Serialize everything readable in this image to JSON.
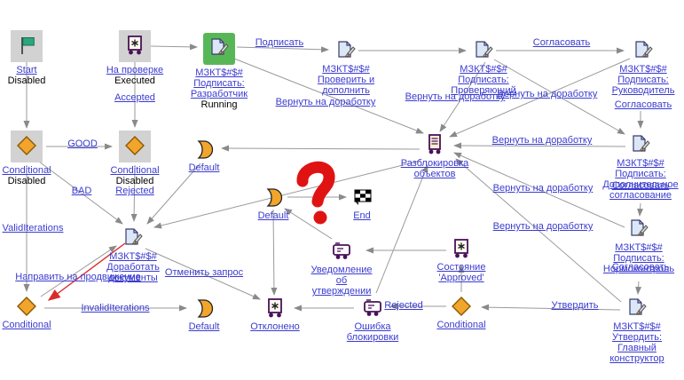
{
  "colors": {
    "running_green": "#57b757",
    "disabled_gray": "#d2d2d2",
    "link_blue": "#3b3bd0",
    "edge_gray": "#9a9a9a",
    "accent_orange": "#f2a52c",
    "icon_purple": "#4a1158",
    "annotation_red": "#e01313"
  },
  "nodes": {
    "start": {
      "label": "Start",
      "status": "Disabled"
    },
    "na_proverke": {
      "label": "На проверке",
      "status": "Executed"
    },
    "sign_developer": {
      "l1": "МЗКТ$#$#",
      "l2": "Подписать:",
      "l3": "Разработчик",
      "status": "Running"
    },
    "sign_check": {
      "l1": "МЗКТ$#$#",
      "l2": "Проверить и",
      "l3": "дополнить"
    },
    "sign_verifier": {
      "l1": "МЗКТ$#$#",
      "l2": "Подписать:",
      "l3": "Проверяющий"
    },
    "sign_head": {
      "l1": "МЗКТ$#$#",
      "l2": "Подписать:",
      "l3": "Руководитель"
    },
    "sign_extra": {
      "l1": "МЗКТ$#$#",
      "l2": "Подписать:",
      "l3": "Дополнительное",
      "l4": "согласование"
    },
    "sign_norm": {
      "l1": "МЗКТ$#$#",
      "l2": "Подписать:",
      "l3": "Нормоконтроль"
    },
    "sign_approve": {
      "l1": "МЗКТ$#$#",
      "l2": "Утвердить:",
      "l3": "Главный",
      "l4": "конструктор"
    },
    "cond_disabled": {
      "label": "Conditional",
      "status": "Disabled"
    },
    "cond_plain": {
      "label": "Conditional"
    },
    "default_node": {
      "label": "Default"
    },
    "unlock": {
      "l1": "Разблокировка",
      "l2": "объектов"
    },
    "end": {
      "label": "End"
    },
    "notify": {
      "l1": "Уведомление",
      "l2": "об",
      "l3": "утверждении"
    },
    "state_approved": {
      "l1": "Состояние",
      "l2": "'Approved'"
    },
    "lock_error": {
      "l1": "Ошибка",
      "l2": "блокировки"
    },
    "rejected_state": {
      "label": "Отклонено"
    },
    "rework": {
      "l1": "МЗКТ$#$#",
      "l2": "Доработать",
      "l3": "документы"
    }
  },
  "edges": {
    "podpisat": "Подписать",
    "soglasovat": "Согласовать",
    "vernut": "Вернуть на доработку",
    "good": "GOOD",
    "bad": "BAD",
    "accepted": "Accepted",
    "rejected": "Rejected",
    "valid_iterations": "ValidIterations",
    "invalid_iterations": "InvalidIterations",
    "napravit": "Направить на продвижение",
    "otmenit": "Отменить запрос",
    "utverdit": "Утвердить"
  }
}
